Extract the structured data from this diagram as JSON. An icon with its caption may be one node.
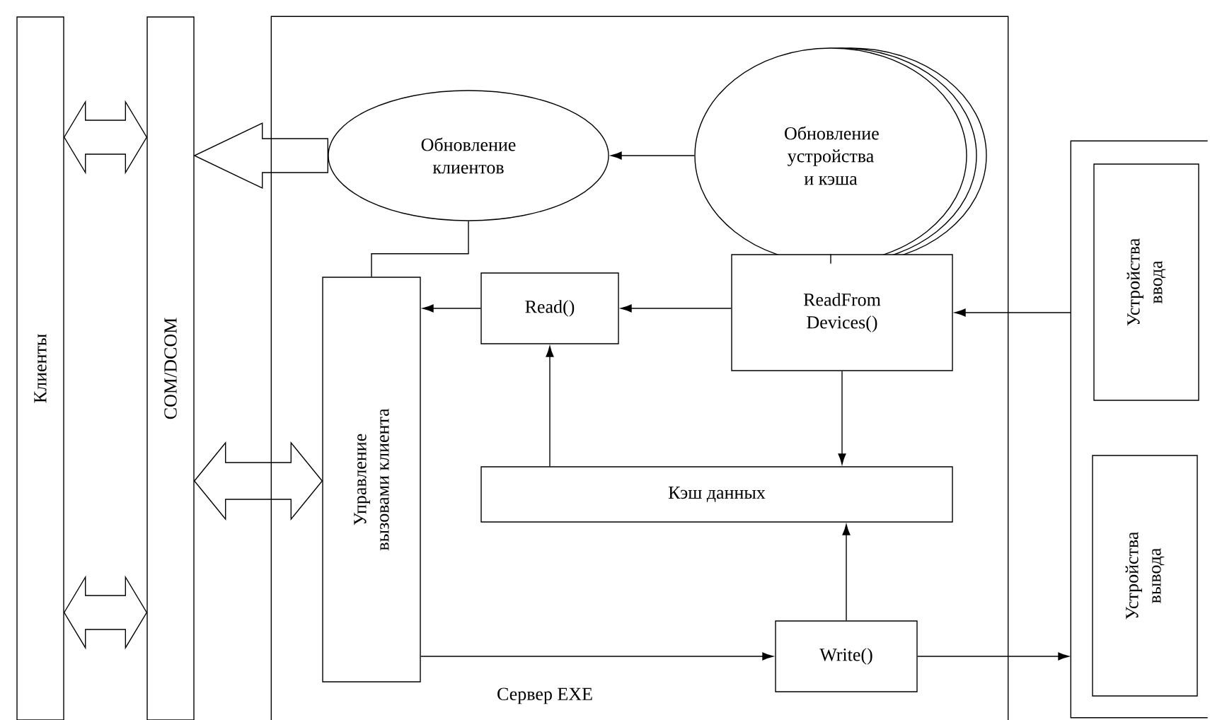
{
  "diagram": {
    "nodes": [
      {
        "text": [
          "Клиенты"
        ]
      },
      {
        "text": [
          "COM/DCOM"
        ]
      },
      {
        "text": [
          "Сервер EXE"
        ]
      },
      {
        "text": [
          "Обновление клиентов"
        ],
        "in": 2
      },
      {
        "text": [
          "Обновление устройства и кэша"
        ],
        "in": 2
      },
      {
        "text": [
          "Управление вызовами клиента"
        ],
        "in": 2
      },
      {
        "text": [
          "Read()"
        ],
        "in": 2
      },
      {
        "text": [
          "ReadFrom Devices()"
        ],
        "in": 2
      },
      {
        "text": [
          "Кэш данных"
        ],
        "in": 2
      },
      {
        "text": [
          "Write()"
        ],
        "in": 2
      },
      {
        "text": [],
        "shape": "box"
      },
      {
        "text": [
          "Устройства ввода"
        ],
        "in": 10
      },
      {
        "text": [
          "Устройства вывода"
        ],
        "in": 10
      }
    ],
    "edges": [
      {
        "from": 0,
        "to": 1,
        "arrow": "both",
        "style": "thick"
      },
      {
        "from": 0,
        "to": 1,
        "arrow": "both",
        "style": "thick"
      },
      {
        "from": 3,
        "to": 1,
        "arrow": "to",
        "style": "thick"
      },
      {
        "from": 1,
        "to": 5,
        "arrow": "both",
        "style": "thick"
      },
      {
        "from": 4,
        "to": 3,
        "arrow": "to"
      },
      {
        "from": 4,
        "to": 7,
        "arrow": "none"
      },
      {
        "from": 3,
        "to": 5,
        "arrow": "none"
      },
      {
        "from": 7,
        "to": 6,
        "arrow": "to"
      },
      {
        "from": 6,
        "to": 5,
        "arrow": "to"
      },
      {
        "from": 10,
        "to": 7,
        "arrow": "to"
      },
      {
        "from": 7,
        "to": 8,
        "arrow": "to"
      },
      {
        "from": 8,
        "to": 6,
        "arrow": "to"
      },
      {
        "from": 9,
        "to": 8,
        "arrow": "to"
      },
      {
        "from": 5,
        "to": 9,
        "arrow": "to"
      },
      {
        "from": 9,
        "to": 10,
        "arrow": "to"
      }
    ]
  }
}
